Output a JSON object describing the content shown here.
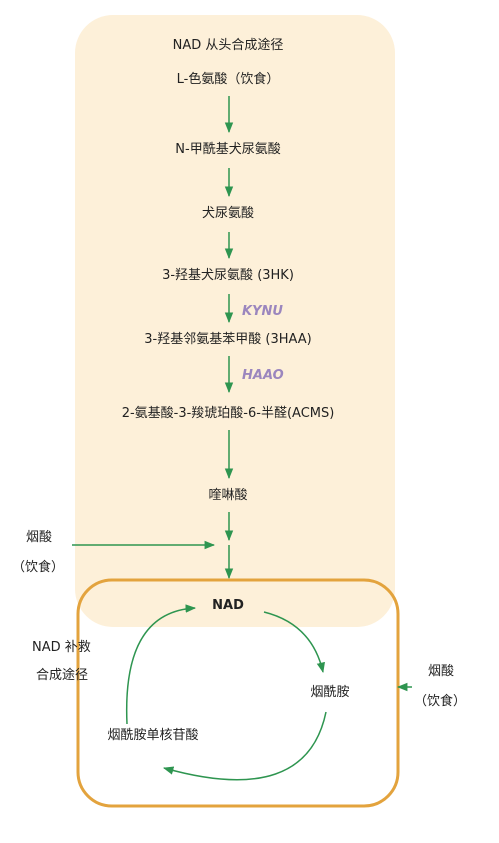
{
  "colors": {
    "de_novo_bg": "#fdf0d9",
    "salvage_border": "#e3a33d",
    "arrow": "#2e9550",
    "enzyme_text": "#9b86be",
    "text": "#222222"
  },
  "de_novo": {
    "title": "NAD 从头合成途径",
    "steps": [
      "L-色氨酸（饮食）",
      "N-甲酰基犬尿氨酸",
      "犬尿氨酸",
      "3-羟基犬尿氨酸 (3HK)",
      "3-羟基邻氨基苯甲酸 (3HAA)",
      "2-氨基酸-3-羧琥珀酸-6-半醛(ACMS)",
      "喹啉酸"
    ],
    "enzymes": [
      "KYNU",
      "HAAO"
    ]
  },
  "inputs": {
    "niacin_left_line1": "烟酸",
    "niacin_left_line2": "（饮食）",
    "niacin_right_line1": "烟酸",
    "niacin_right_line2": "（饮食）"
  },
  "salvage": {
    "label_line1": "NAD 补救",
    "label_line2": "合成途径",
    "nad": "NAD",
    "nicotinamide": "烟酰胺",
    "nmn": "烟酰胺单核苷酸"
  }
}
